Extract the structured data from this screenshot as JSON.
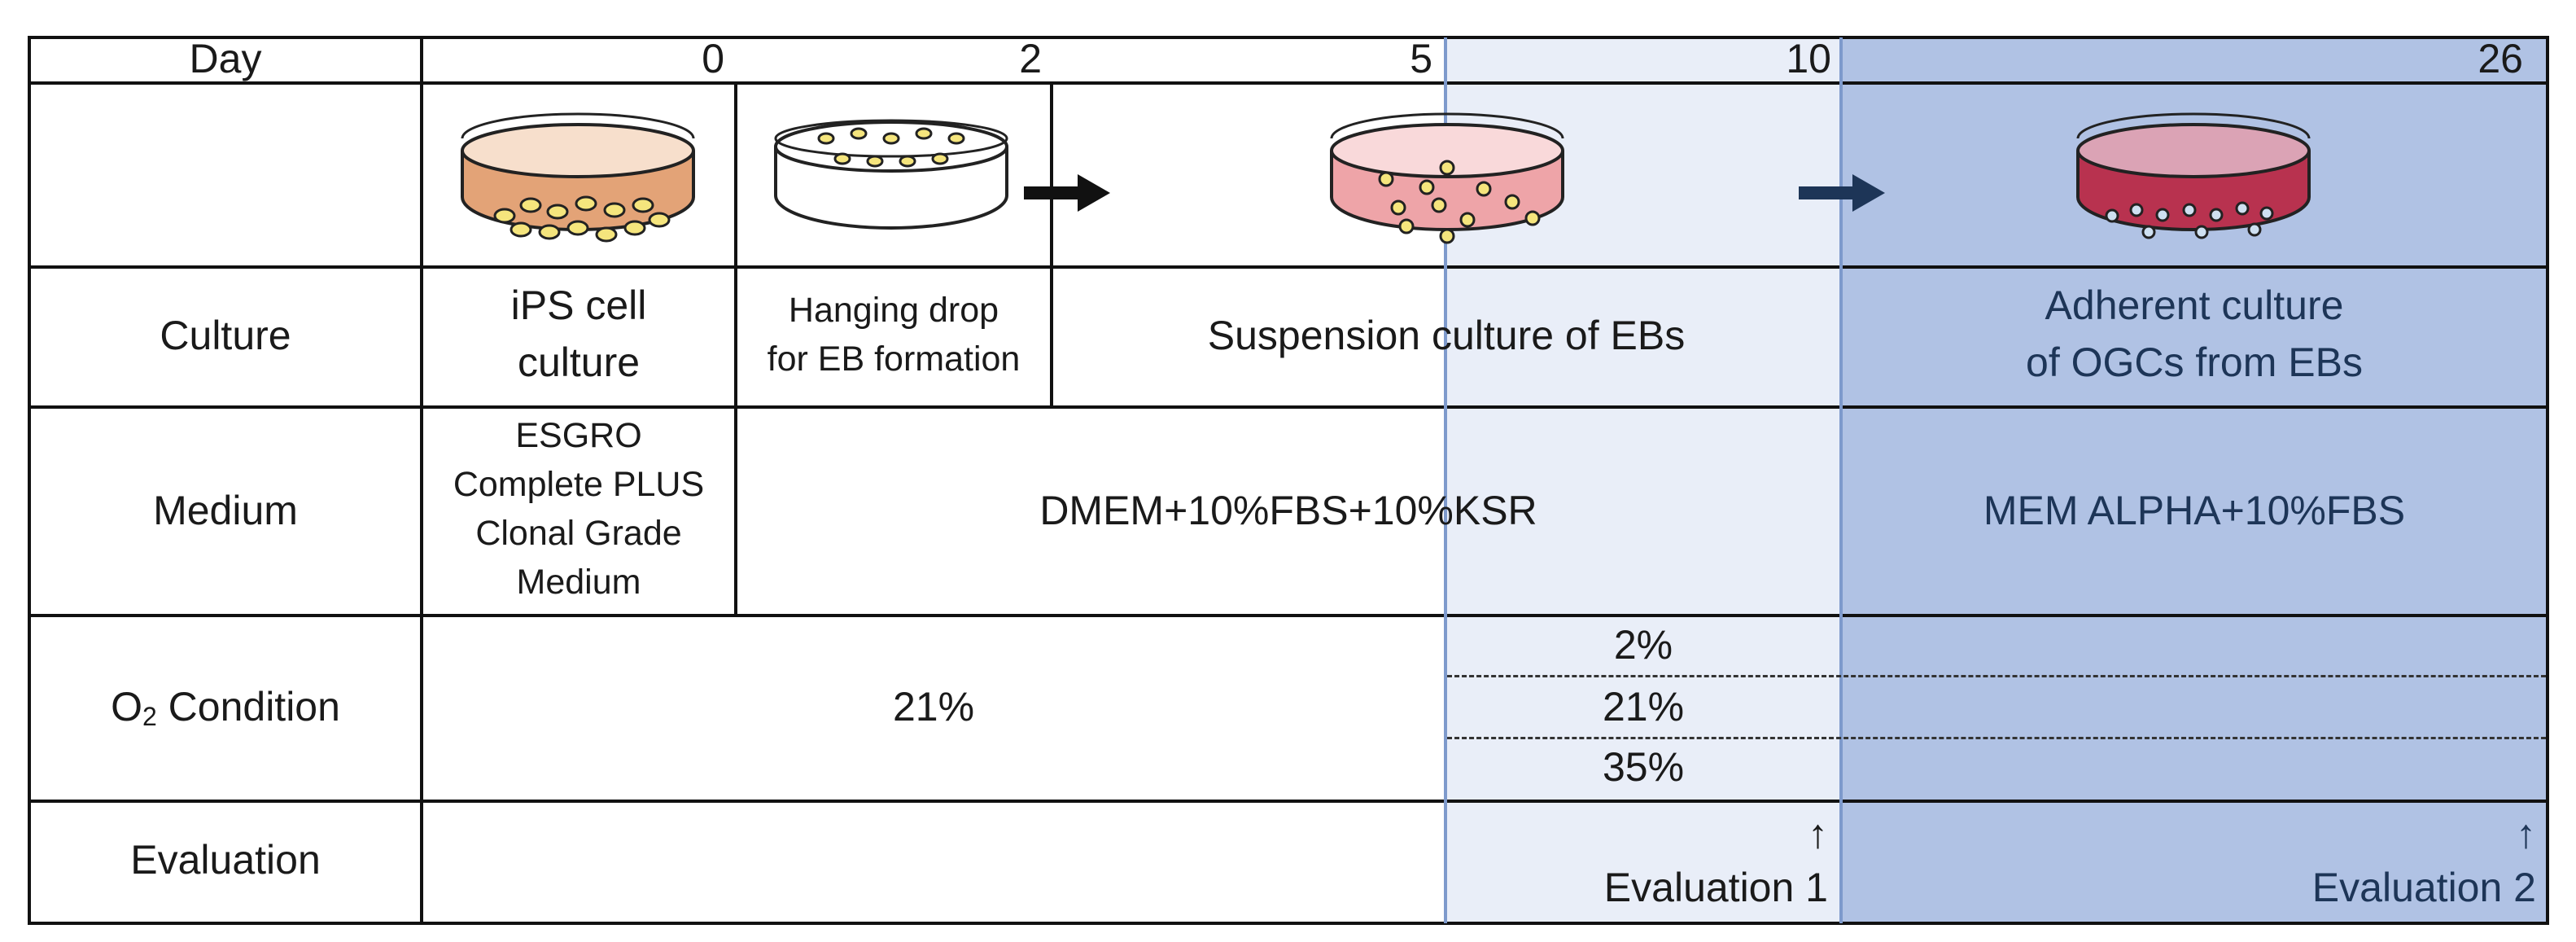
{
  "header": {
    "day_label": "Day",
    "days": [
      "0",
      "2",
      "5",
      "10",
      "26"
    ]
  },
  "rows": {
    "culture": {
      "label": "Culture",
      "ips": [
        "iPS cell",
        "culture"
      ],
      "hanging": [
        "Hanging drop",
        "for EB formation"
      ],
      "suspension": "Suspension culture of EBs",
      "adherent": [
        "Adherent culture",
        "of OGCs from EBs"
      ]
    },
    "medium": {
      "label": "Medium",
      "esgro": [
        "ESGRO",
        "Complete PLUS",
        "Clonal Grade",
        "Medium"
      ],
      "dmem": "DMEM+10%FBS+10%KSR",
      "mem": "MEM ALPHA+10%FBS"
    },
    "o2": {
      "label_prefix": "O",
      "label_sub": "2",
      "label_suffix": " Condition",
      "base": "21%",
      "options": [
        "2%",
        "21%",
        "35%"
      ]
    },
    "evaluation": {
      "label": "Evaluation",
      "arrow": "↑",
      "eval1": "Evaluation 1",
      "eval2": "Evaluation 2"
    }
  },
  "colors": {
    "dish_ips_medium": "#e3a377",
    "dish_suspension_medium": "#eea4a8",
    "dish_adherent_medium": "#b8324f",
    "shade_light": "#e9eef8",
    "shade_dark": "#b0c2e4",
    "grid": "#111111",
    "phase_divider": "#7e9acc"
  },
  "icons": [
    "petri-dish-icon",
    "arrow-right-icon",
    "evaluation-arrow-icon"
  ]
}
